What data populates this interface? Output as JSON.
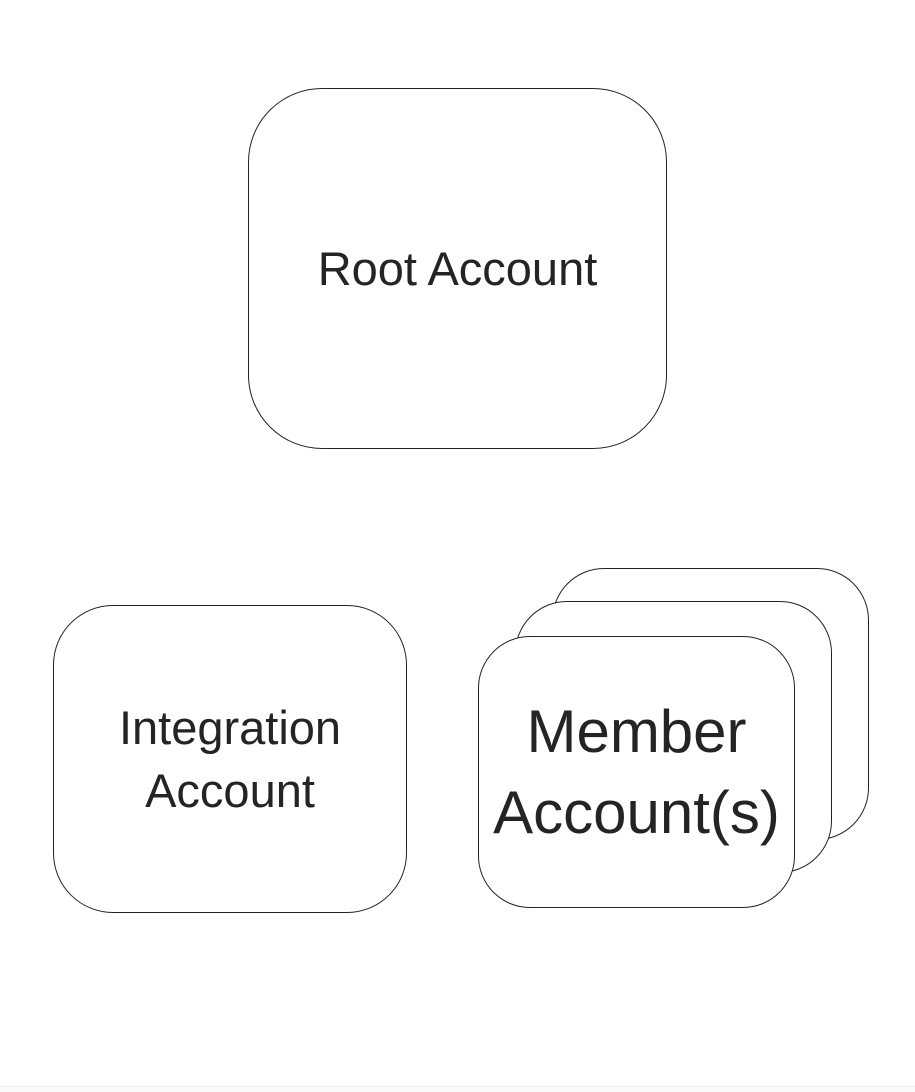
{
  "page": {
    "background_color": "#ffffff",
    "stroke_color": "#232323",
    "text_color": "#242424",
    "node_fill_color": "#ffffff"
  },
  "diagram": {
    "type": "account-structure",
    "nodes": {
      "root": {
        "label": "Root Account"
      },
      "integration": {
        "label": "Integration Account"
      },
      "member": {
        "label": "Member Account(s)",
        "stack_count": 3
      }
    }
  }
}
